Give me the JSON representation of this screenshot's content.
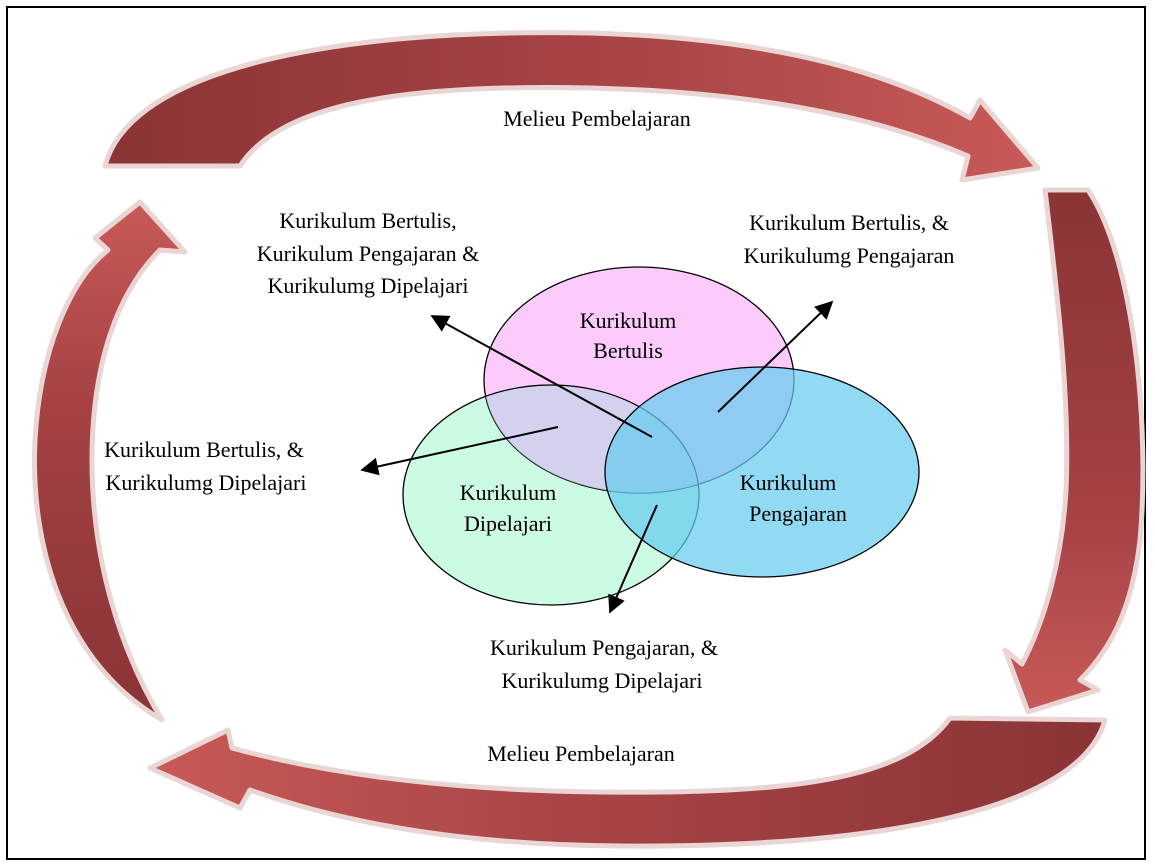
{
  "milieu": {
    "top": "Melieu Pembelajaran",
    "bottom": "Melieu Pembelajaran"
  },
  "circles": {
    "bertulis": [
      "Kurikulum",
      "Bertulis"
    ],
    "dipelajari": [
      "Kurikulum",
      "Dipelajari"
    ],
    "pengajaran": [
      "Kurikulum",
      "Pengajaran"
    ]
  },
  "overlaps": {
    "all_three": [
      "Kurikulum Bertulis,",
      "Kurikulum Pengajaran &",
      "Kurikulumg Dipelajari"
    ],
    "bertulis_pengajaran": [
      "Kurikulum Bertulis, &",
      "Kurikulumg Pengajaran"
    ],
    "bertulis_dipelajari": [
      "Kurikulum Bertulis, &",
      "Kurikulumg Dipelajari"
    ],
    "pengajaran_dipelajari": [
      "Kurikulum Pengajaran, &",
      "Kurikulumg Dipelajari"
    ]
  },
  "colors": {
    "arrow_dark": "#8f3a3c",
    "arrow_light": "#c55755",
    "bertulis_fill": "#fcc6fb",
    "dipelajari_fill": "#ccfbe3",
    "pengajaran_fill": "#66ccf0"
  }
}
